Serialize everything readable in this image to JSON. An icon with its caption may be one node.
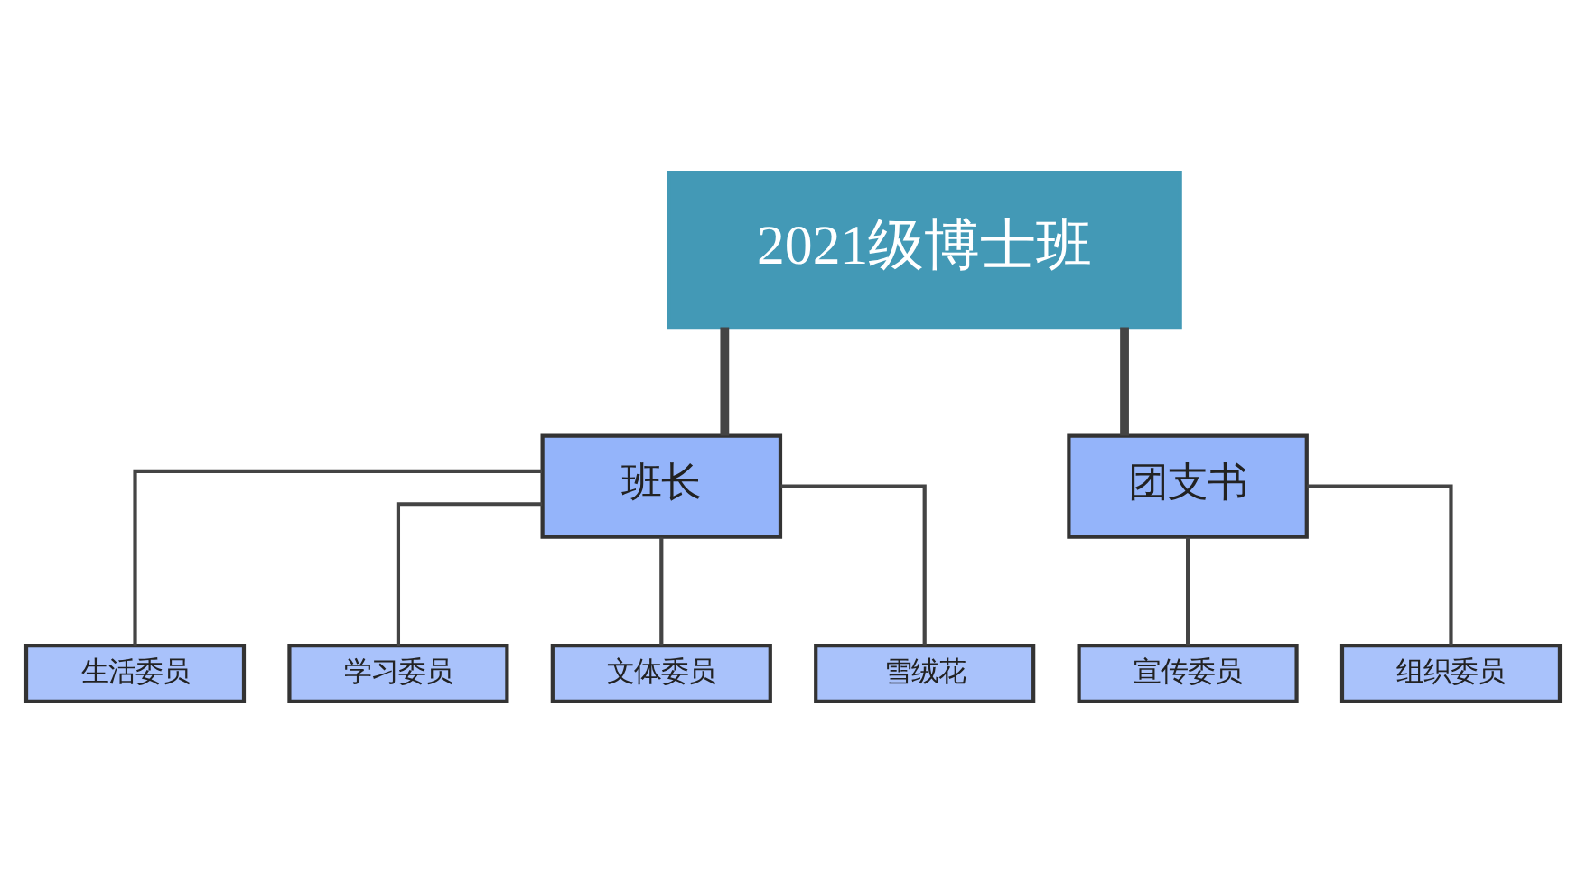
{
  "diagram": {
    "nodes": [
      {
        "text": [
          "2021级博士班"
        ]
      },
      {
        "text": [
          "班长"
        ]
      },
      {
        "text": [
          "团支书"
        ]
      },
      {
        "text": [
          "生活委员"
        ]
      },
      {
        "text": [
          "学习委员"
        ]
      },
      {
        "text": [
          "文体委员"
        ]
      },
      {
        "text": [
          "雪绒花"
        ]
      },
      {
        "text": [
          "宣传委员"
        ]
      },
      {
        "text": [
          "组织委员"
        ]
      }
    ],
    "edges": [
      {
        "from": 0,
        "to": 1,
        "arrow": "none",
        "style": "thick"
      },
      {
        "from": 0,
        "to": 2,
        "arrow": "none",
        "style": "thick"
      },
      {
        "from": 1,
        "to": 3,
        "arrow": "none"
      },
      {
        "from": 1,
        "to": 4,
        "arrow": "none"
      },
      {
        "from": 1,
        "to": 5,
        "arrow": "none"
      },
      {
        "from": 1,
        "to": 6,
        "arrow": "none"
      },
      {
        "from": 2,
        "to": 7,
        "arrow": "none"
      },
      {
        "from": 2,
        "to": 8,
        "arrow": "none"
      }
    ]
  }
}
